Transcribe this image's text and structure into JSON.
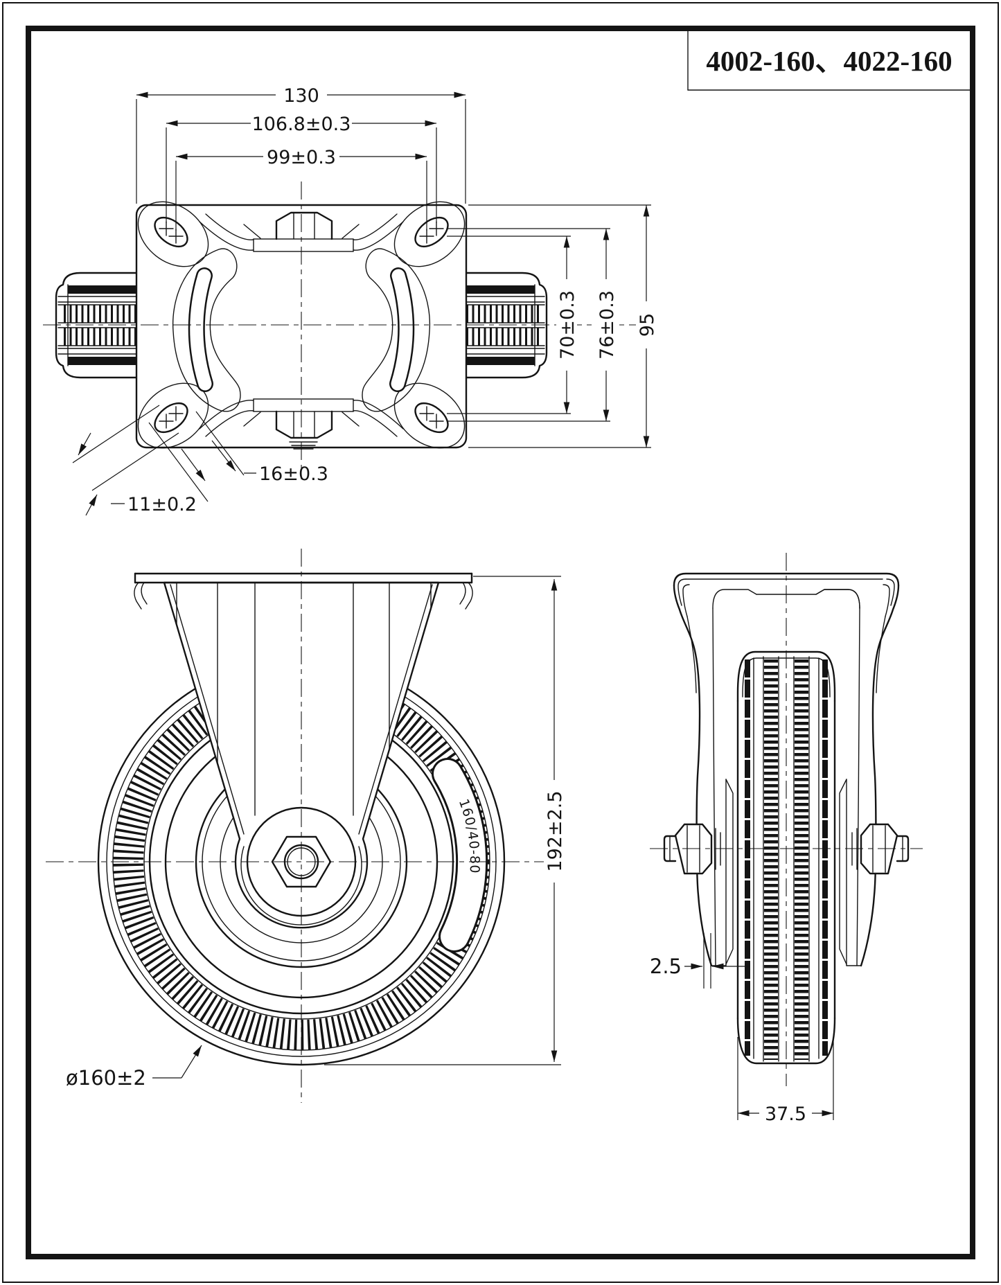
{
  "title_block": {
    "model_numbers": "4002-160、4022-160"
  },
  "top_view": {
    "dim_overall_width": "130",
    "dim_hole_pitch_outer": "106.8±0.3",
    "dim_hole_pitch_inner": "99±0.3",
    "dim_hole_pitch_vert_inner": "70±0.3",
    "dim_hole_pitch_vert_outer": "76±0.3",
    "dim_overall_depth": "95",
    "dim_slot_length": "16±0.3",
    "dim_slot_width": "11±0.2"
  },
  "side_view": {
    "dim_overall_height": "192±2.5",
    "dim_wheel_diameter": "ø160±2",
    "wheel_marking": "160/40-80"
  },
  "front_view": {
    "dim_bracket_thickness": "2.5",
    "dim_wheel_width": "37.5"
  },
  "colors": {
    "line": "#141414",
    "background": "#ffffff"
  }
}
